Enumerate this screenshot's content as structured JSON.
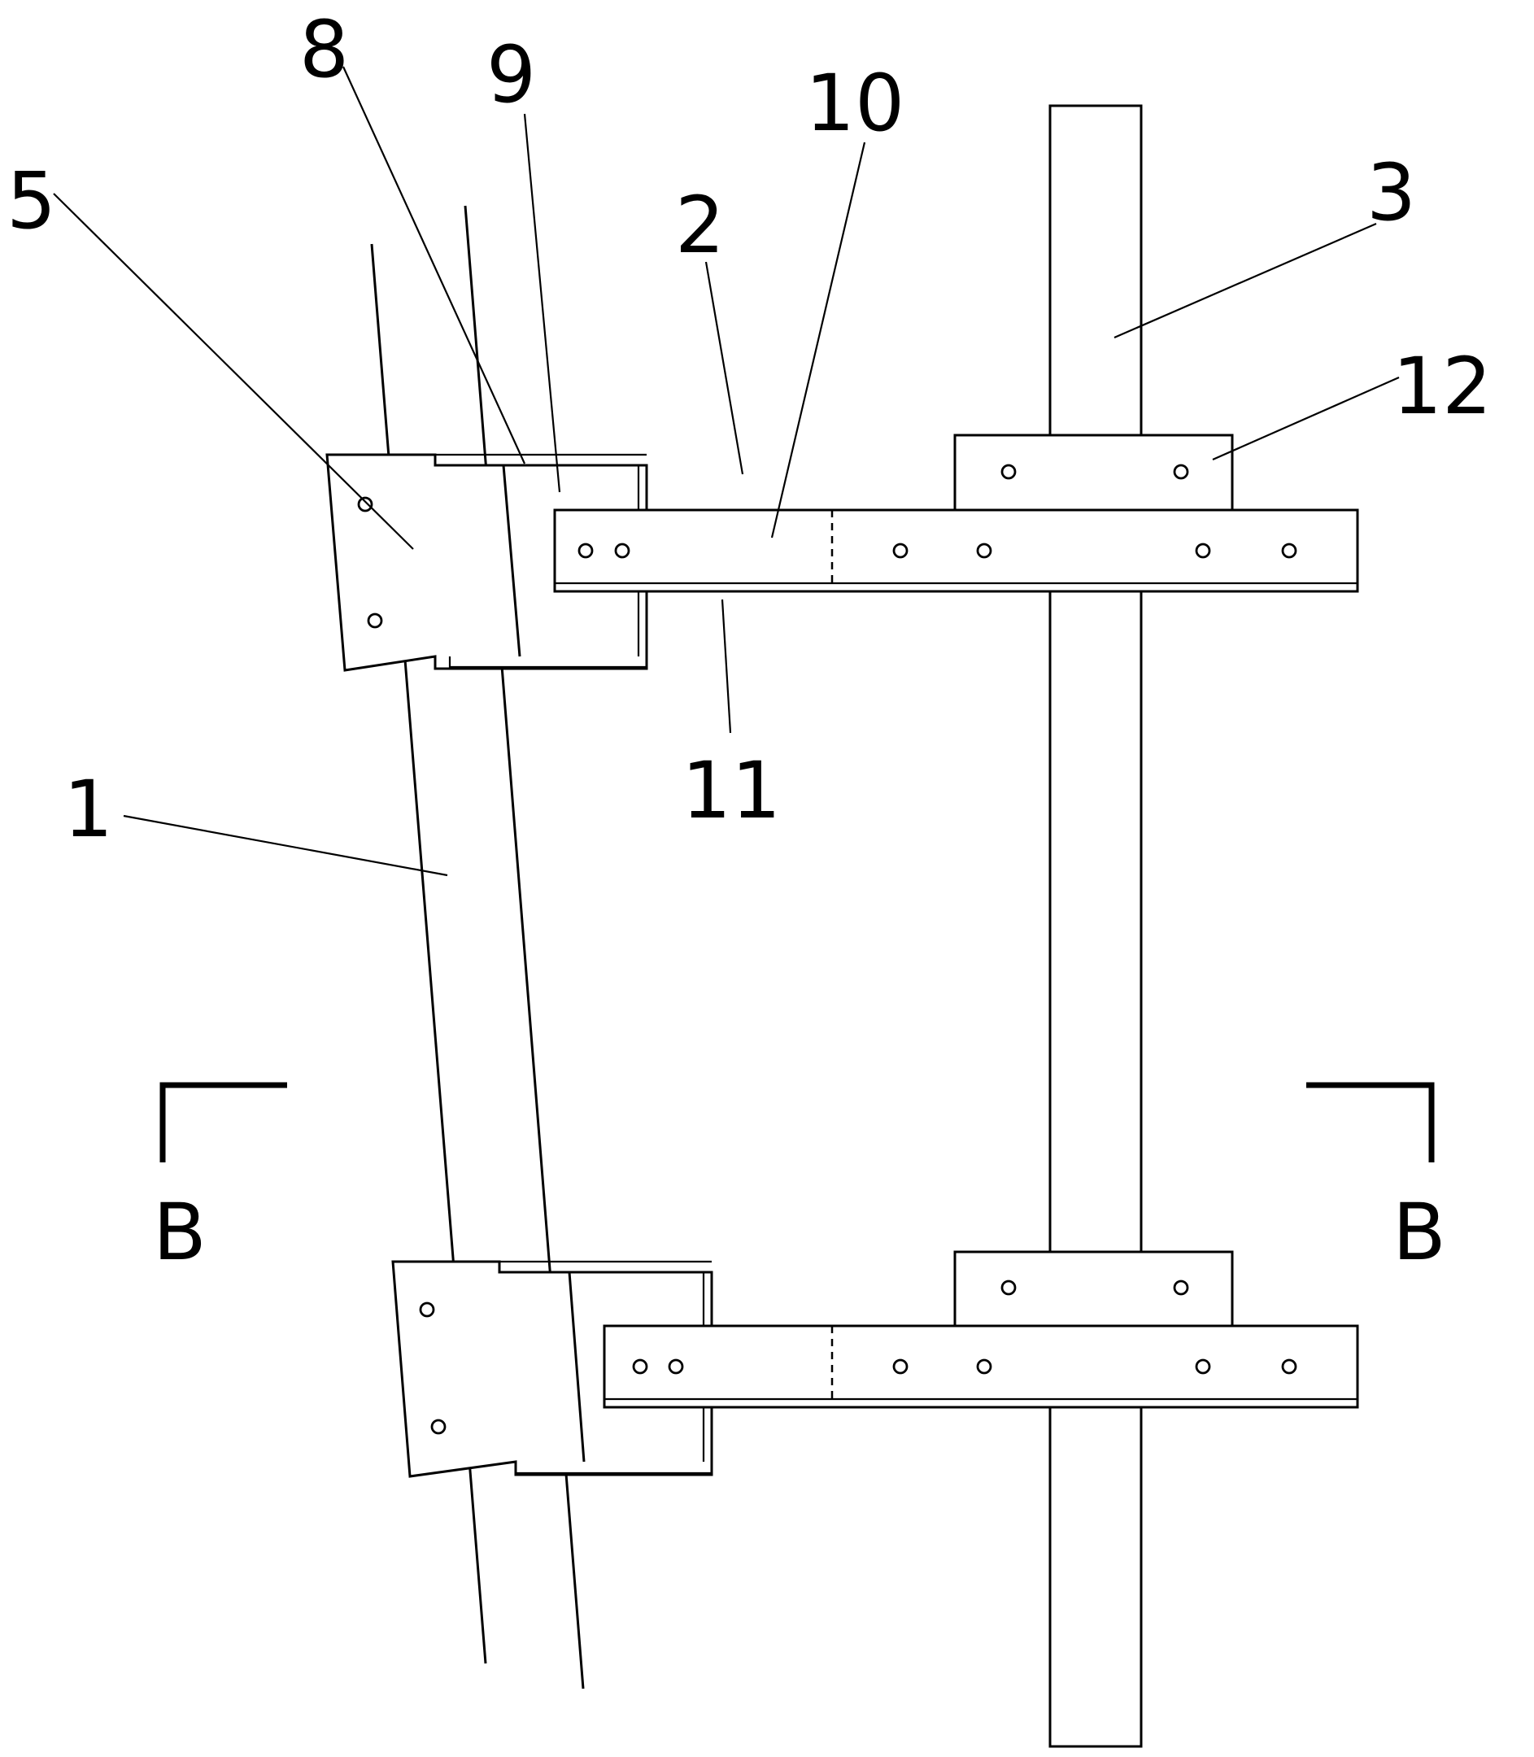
{
  "figure": {
    "labels": {
      "l1": "1",
      "l2": "2",
      "l3": "3",
      "l5": "5",
      "l8": "8",
      "l9": "9",
      "l10": "10",
      "l11": "11",
      "l12": "12"
    },
    "section": {
      "left": "B",
      "right": "B"
    }
  }
}
